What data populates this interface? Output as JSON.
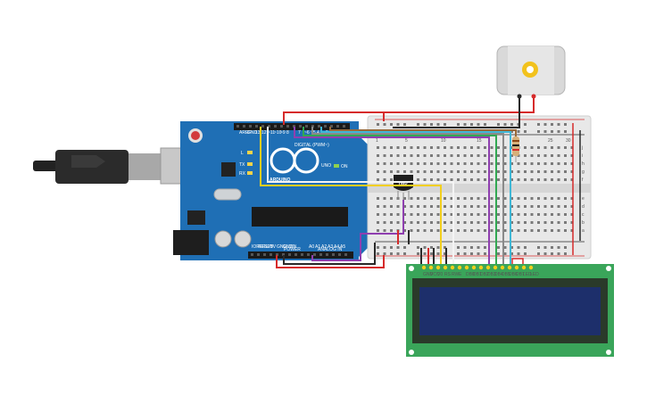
{
  "arduino": {
    "brand": "ARDUINO",
    "model": "UNO",
    "digital_label": "DIGITAL (PWM~)",
    "power_label": "POWER",
    "analog_label": "ANALOG IN",
    "led_l": "L",
    "led_tx": "TX",
    "led_rx": "RX",
    "on_label": "ON",
    "pin_aref": "AREF",
    "pin_gnd": "GND",
    "pin_13": "13",
    "pin_12": "12",
    "pin_11": "~11",
    "pin_10": "~10",
    "pin_9": "~9",
    "pin_8": "8",
    "pin_7": "7",
    "pin_6": "~6",
    "pin_5": "~5",
    "pin_4": "4",
    "pin_3": "~3",
    "pin_2": "2",
    "pin_tx": "TX 1",
    "pin_rx": "RX 0",
    "pin_ioref": "IOREF",
    "pin_reset": "RESET",
    "pin_3v3": "3.3V",
    "pin_5v": "5V",
    "pin_gnd1": "GND",
    "pin_gnd2": "GND",
    "pin_vin": "VIN",
    "pin_a0": "A0",
    "pin_a1": "A1",
    "pin_a2": "A2",
    "pin_a3": "A3",
    "pin_a4": "A4",
    "pin_a5": "A5"
  },
  "sensor": {
    "label": "TMP"
  },
  "breadboard": {
    "row_letters_top": [
      "j",
      "i",
      "h",
      "g",
      "f"
    ],
    "row_letters_bottom": [
      "e",
      "d",
      "c",
      "b",
      "a"
    ],
    "column_numbers": [
      "1",
      "5",
      "10",
      "15",
      "20",
      "25",
      "30"
    ]
  },
  "lcd": {
    "pin_labels": [
      "GND",
      "VCC",
      "V0",
      "RS",
      "RW",
      "E",
      "DB0",
      "DB1",
      "DB2",
      "DB3",
      "DB4",
      "DB5",
      "DB6",
      "DB7",
      "LED",
      "LED"
    ]
  },
  "colors": {
    "arduino_board": "#1f6fb5",
    "breadboard": "#e8e8e8",
    "lcd_board": "#3aa55a",
    "lcd_screen": "#1d2f6b",
    "wire_red": "#d62b2b",
    "wire_black": "#2a2a2a",
    "wire_yellow": "#f2cf1d",
    "wire_white": "#f4f4f4",
    "wire_purple": "#8f3fb0",
    "wire_green": "#32a852",
    "wire_brown": "#9a6a3a",
    "wire_gray": "#8a8a8a",
    "wire_cyan": "#3fb7d6"
  },
  "icons": {
    "usb_cable": "usb-plug-icon",
    "motor": "dc-motor-icon",
    "sensor": "temperature-sensor-icon",
    "resistor": "resistor-icon"
  }
}
